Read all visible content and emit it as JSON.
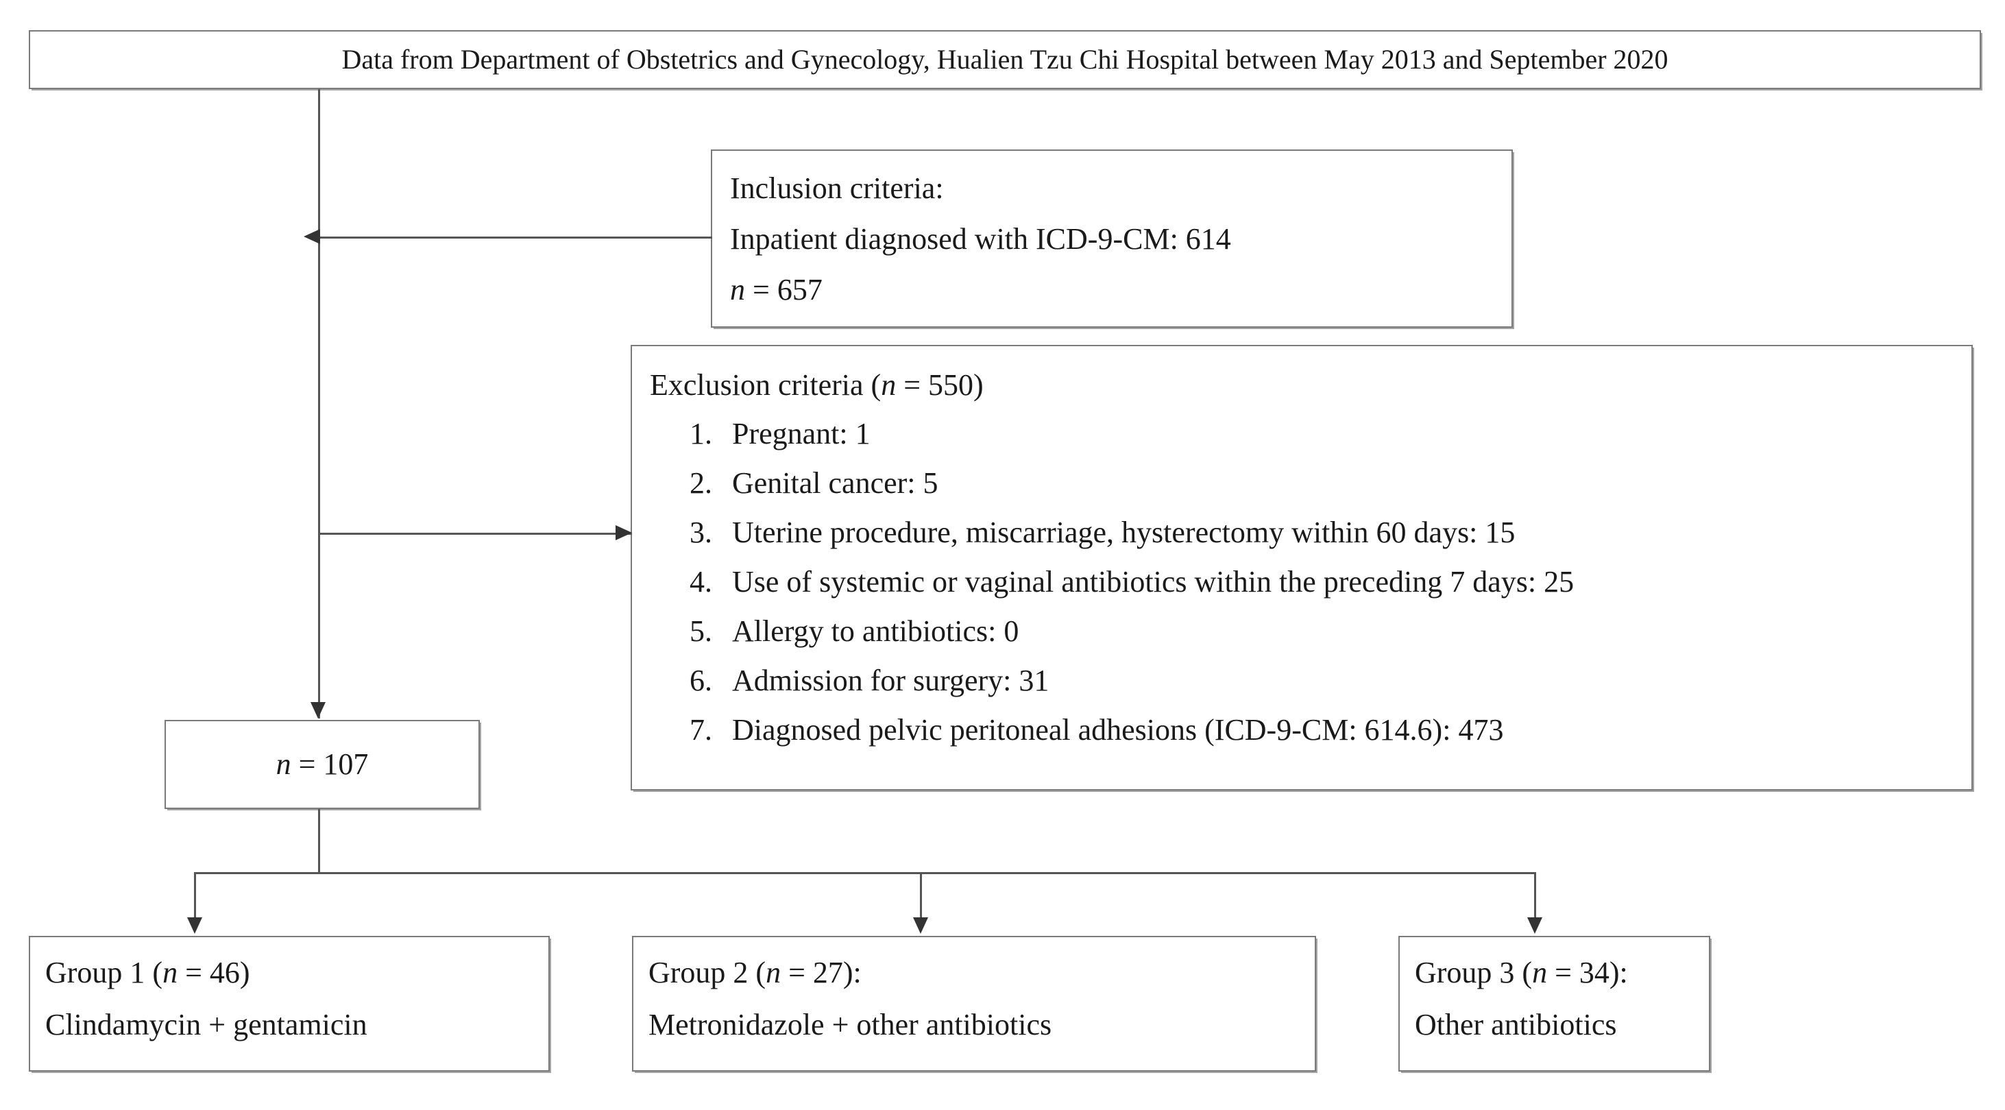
{
  "diagram": {
    "type": "flowchart",
    "title": "Study participant selection flow diagram",
    "source_box": {
      "text": "Data from Department of Obstetrics and Gynecology, Hualien Tzu Chi Hospital between May 2013 and September 2020"
    },
    "inclusion_box": {
      "line1": "Inclusion criteria:",
      "line2": "Inpatient diagnosed with ICD-9-CM: 614",
      "line3_n_label": "n",
      "line3_value": " = 657"
    },
    "exclusion_box": {
      "heading_prefix": "Exclusion criteria (",
      "heading_n_label": "n",
      "heading_suffix": " = 550)",
      "items": [
        {
          "num": "1.",
          "text": "Pregnant: 1"
        },
        {
          "num": "2.",
          "text": "Genital cancer: 5"
        },
        {
          "num": "3.",
          "text": "Uterine procedure, miscarriage, hysterectomy within 60 days: 15"
        },
        {
          "num": "4.",
          "text": "Use of systemic or vaginal antibiotics within the preceding 7 days: 25"
        },
        {
          "num": "5.",
          "text": "Allergy to antibiotics: 0"
        },
        {
          "num": "6.",
          "text": "Admission for surgery: 31"
        },
        {
          "num": "7.",
          "text": "Diagnosed pelvic peritoneal adhesions (ICD-9-CM: 614.6): 473"
        }
      ]
    },
    "cohort_box": {
      "n_label": "n",
      "value": " = 107"
    },
    "groups": [
      {
        "header_prefix": "Group 1 (",
        "header_n_label": "n",
        "header_suffix": " = 46)",
        "treatment": "Clindamycin + gentamicin"
      },
      {
        "header_prefix": "Group 2 (",
        "header_n_label": "n",
        "header_suffix": " = 27):",
        "treatment": "Metronidazole + other antibiotics"
      },
      {
        "header_prefix": "Group 3 (",
        "header_n_label": "n",
        "header_suffix": " = 34):",
        "treatment": "Other antibiotics"
      }
    ],
    "colors": {
      "background": "#ffffff",
      "box_border": "#7a7a7a",
      "connector": "#555555",
      "arrowhead": "#333333",
      "text": "#1a1a1a"
    }
  }
}
